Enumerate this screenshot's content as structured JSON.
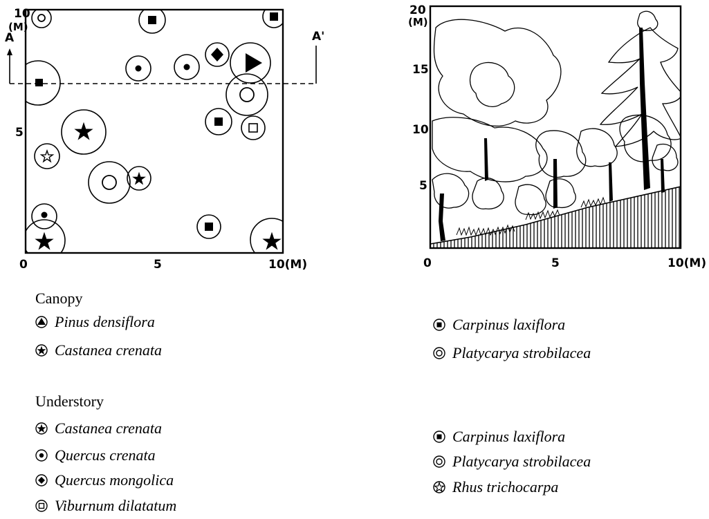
{
  "plan": {
    "x_ticks": [
      "0",
      "5",
      "10(M)"
    ],
    "y_ticks": [
      "10",
      "(M)",
      "5"
    ],
    "section_left": "A",
    "section_right": "A'"
  },
  "profile": {
    "x_ticks": [
      "0",
      "5",
      "10(M)"
    ],
    "y_ticks": [
      "20",
      "(M)",
      "15",
      "10",
      "5"
    ]
  },
  "legend": {
    "canopy": {
      "heading": "Canopy",
      "left": [
        {
          "symbol": "triangle-icon",
          "name": "Pinus densiflora"
        },
        {
          "symbol": "star-icon",
          "name": "Castanea crenata"
        }
      ],
      "right": [
        {
          "symbol": "square-icon",
          "name": "Carpinus laxiflora"
        },
        {
          "symbol": "ring-icon",
          "name": "Platycarya strobilacea"
        }
      ]
    },
    "understory": {
      "heading": "Understory",
      "left": [
        {
          "symbol": "star-icon",
          "name": "Castanea crenata"
        },
        {
          "symbol": "dot-icon",
          "name": "Quercus crenata"
        },
        {
          "symbol": "diamond-icon",
          "name": "Quercus mongolica"
        },
        {
          "symbol": "hollow-square-icon",
          "name": "Viburnum dilatatum"
        }
      ],
      "right": [
        {
          "symbol": "square-icon",
          "name": "Carpinus laxiflora"
        },
        {
          "symbol": "ring-icon",
          "name": "Platycarya strobilacea"
        },
        {
          "symbol": "hollow-star-icon",
          "name": "Rhus trichocarpa"
        }
      ]
    }
  }
}
